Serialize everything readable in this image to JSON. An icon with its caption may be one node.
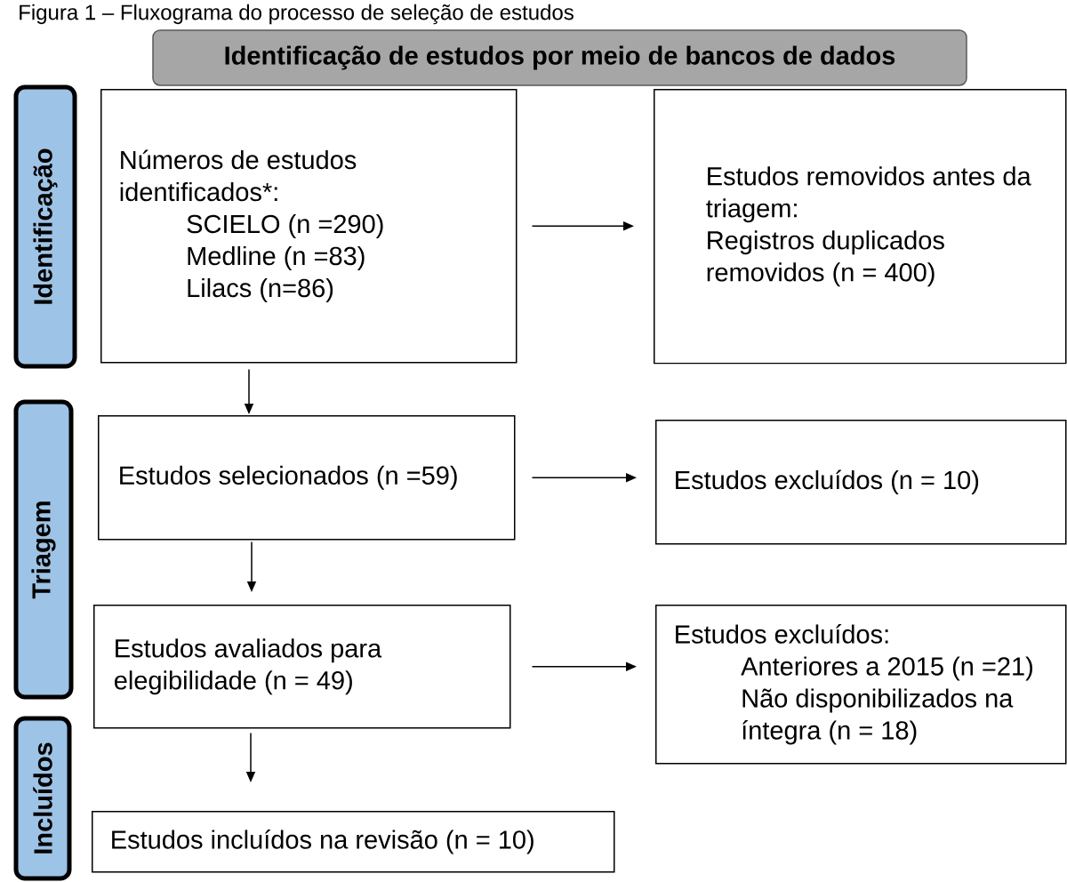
{
  "diagram": {
    "title": "Figura 1 – Fluxograma do processo de seleção de estudos",
    "nodes": [
      {
        "text": [
          "Identificação de estudos por meio de bancos de dados"
        ]
      },
      {
        "text": [
          "Identificação"
        ]
      },
      {
        "text": [
          "Triagem"
        ]
      },
      {
        "text": [
          "Incluídos"
        ]
      },
      {
        "text": [
          "Números de estudos identificados*:",
          "SCIELO (n =290)",
          "Medline (n =83)",
          "Lilacs (n=86)"
        ]
      },
      {
        "text": [
          "Estudos removidos antes da triagem:",
          "Registros duplicados removidos (n = 400)"
        ]
      },
      {
        "text": [
          "Estudos selecionados (n =59)"
        ]
      },
      {
        "text": [
          "Estudos excluídos (n = 10)"
        ]
      },
      {
        "text": [
          "Estudos avaliados para elegibilidade (n = 49)"
        ]
      },
      {
        "text": [
          "Estudos excluídos:",
          "Anteriores a 2015 (n =21)",
          "Não disponibilizados na íntegra (n = 18)"
        ]
      },
      {
        "text": [
          "Estudos incluídos na revisão (n = 10)"
        ]
      }
    ],
    "edges": [
      {
        "from": 4,
        "to": 5,
        "arrow": "to"
      },
      {
        "from": 4,
        "to": 6,
        "arrow": "to"
      },
      {
        "from": 6,
        "to": 7,
        "arrow": "to"
      },
      {
        "from": 6,
        "to": 8,
        "arrow": "to"
      },
      {
        "from": 8,
        "to": 9,
        "arrow": "to"
      },
      {
        "from": 8,
        "to": 10,
        "arrow": "to"
      }
    ]
  }
}
